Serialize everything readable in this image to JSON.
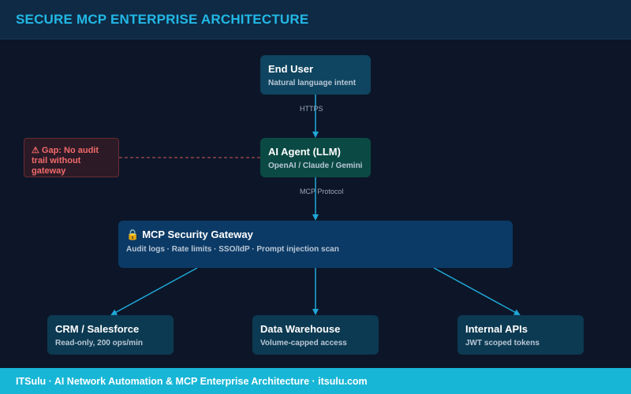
{
  "header": {
    "title": "SECURE MCP ENTERPRISE ARCHITECTURE"
  },
  "nodes": {
    "user": {
      "title": "End User",
      "subtitle": "Natural language intent"
    },
    "agent": {
      "title": "AI Agent (LLM)",
      "subtitle": "OpenAI / Claude / Gemini"
    },
    "gateway": {
      "icon": "lock-icon",
      "icon_glyph": "🔒",
      "title": "MCP Security Gateway",
      "subtitle": "Audit logs · Rate limits · SSO/IdP · Prompt injection scan"
    },
    "crm": {
      "title": "CRM / Salesforce",
      "subtitle": "Read-only, 200 ops/min"
    },
    "warehouse": {
      "title": "Data Warehouse",
      "subtitle": "Volume-capped access"
    },
    "apis": {
      "title": "Internal APIs",
      "subtitle": "JWT scoped tokens"
    }
  },
  "edges": {
    "https_label": "HTTPS",
    "mcp_label": "MCP Protocol"
  },
  "gap_note": {
    "icon": "warning-icon",
    "text": "⚠ Gap: No audit trail without gateway"
  },
  "footer": {
    "text": "ITSulu · AI Network Automation & MCP Enterprise Architecture · itsulu.com"
  },
  "colors": {
    "accent": "#22b8e6",
    "background": "#0c1628",
    "arrow": "#1fa8d8",
    "gap": "#f26b6b",
    "footer": "#18b6d6"
  }
}
